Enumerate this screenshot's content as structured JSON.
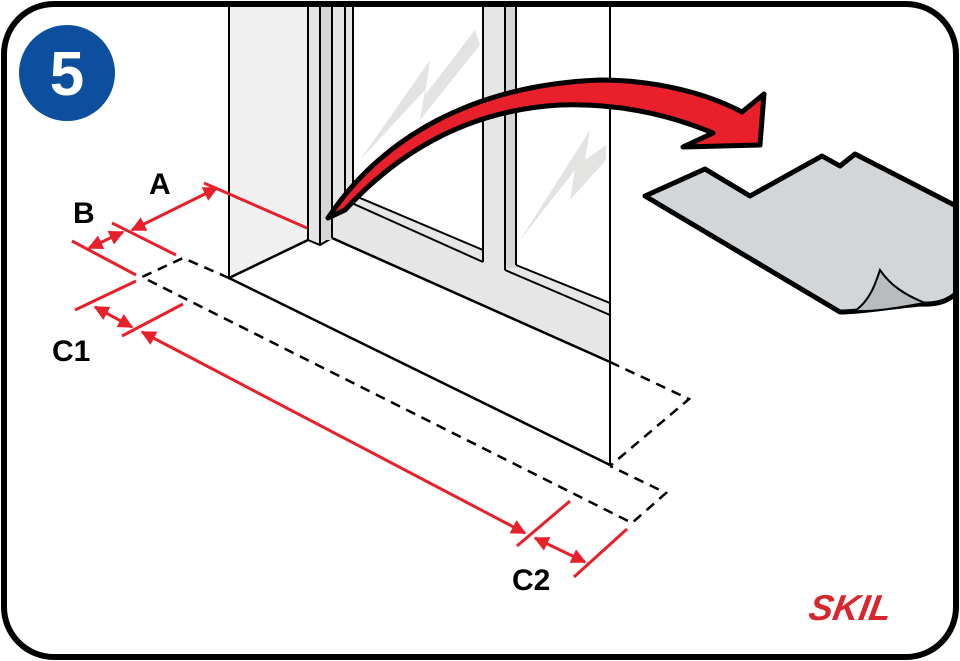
{
  "step": {
    "number": "5",
    "badge_color": "#0b4f9e"
  },
  "labels": {
    "a": "A",
    "b": "B",
    "c1": "C1",
    "c2": "C2"
  },
  "logo": {
    "text": "SKIL",
    "color": "#d7262e"
  },
  "colors": {
    "dimension": "#e8202b",
    "arrow": "#e8202b",
    "sheet": "#d3d6d8"
  }
}
